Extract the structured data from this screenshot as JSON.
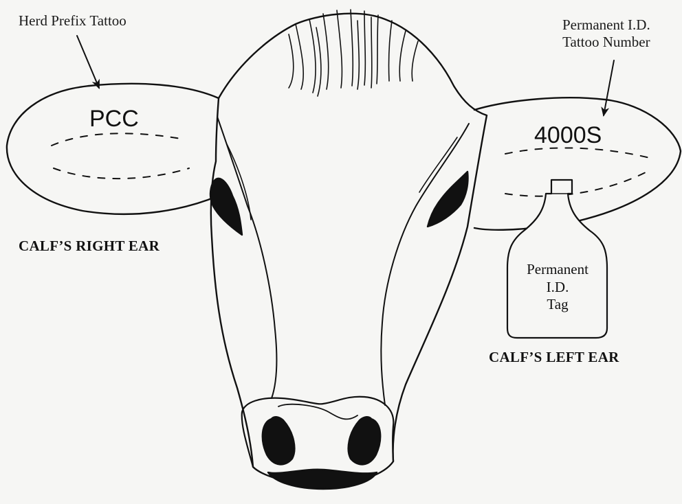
{
  "labels": {
    "herd_prefix_tattoo": "Herd Prefix Tattoo",
    "permanent_id_tattoo_line1": "Permanent I.D.",
    "permanent_id_tattoo_line2": "Tattoo Number",
    "right_ear_tattoo": "PCC",
    "left_ear_tattoo": "4000S",
    "tag_line1": "Permanent",
    "tag_line2": "I.D.",
    "tag_line3": "Tag",
    "right_ear_caption": "CALF’S RIGHT EAR",
    "left_ear_caption": "CALF’S LEFT EAR"
  }
}
